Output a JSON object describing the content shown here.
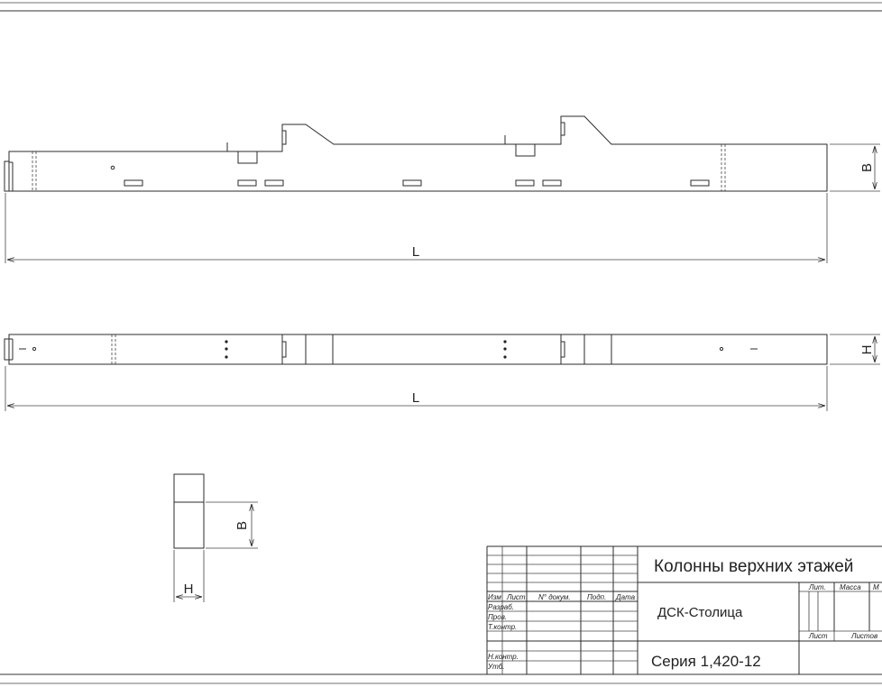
{
  "dimensions": {
    "length_label": "L",
    "width_label": "B",
    "height_label": "H"
  },
  "title_block": {
    "title": "Колонны верхних этажей",
    "organization": "ДСК-Столица",
    "series": "Серия 1,420-12",
    "header_columns": [
      "Изм",
      "Лист",
      "N° докум.",
      "Подп.",
      "Дата"
    ],
    "row_labels": [
      "Разраб.",
      "Пров.",
      "Т.контр.",
      "",
      "Н.контр.",
      "Утб."
    ],
    "lit_label": "Лит.",
    "mass_label": "Масса",
    "scale_label": "М",
    "sheet_label": "Лист",
    "sheets_label": "Листов"
  }
}
